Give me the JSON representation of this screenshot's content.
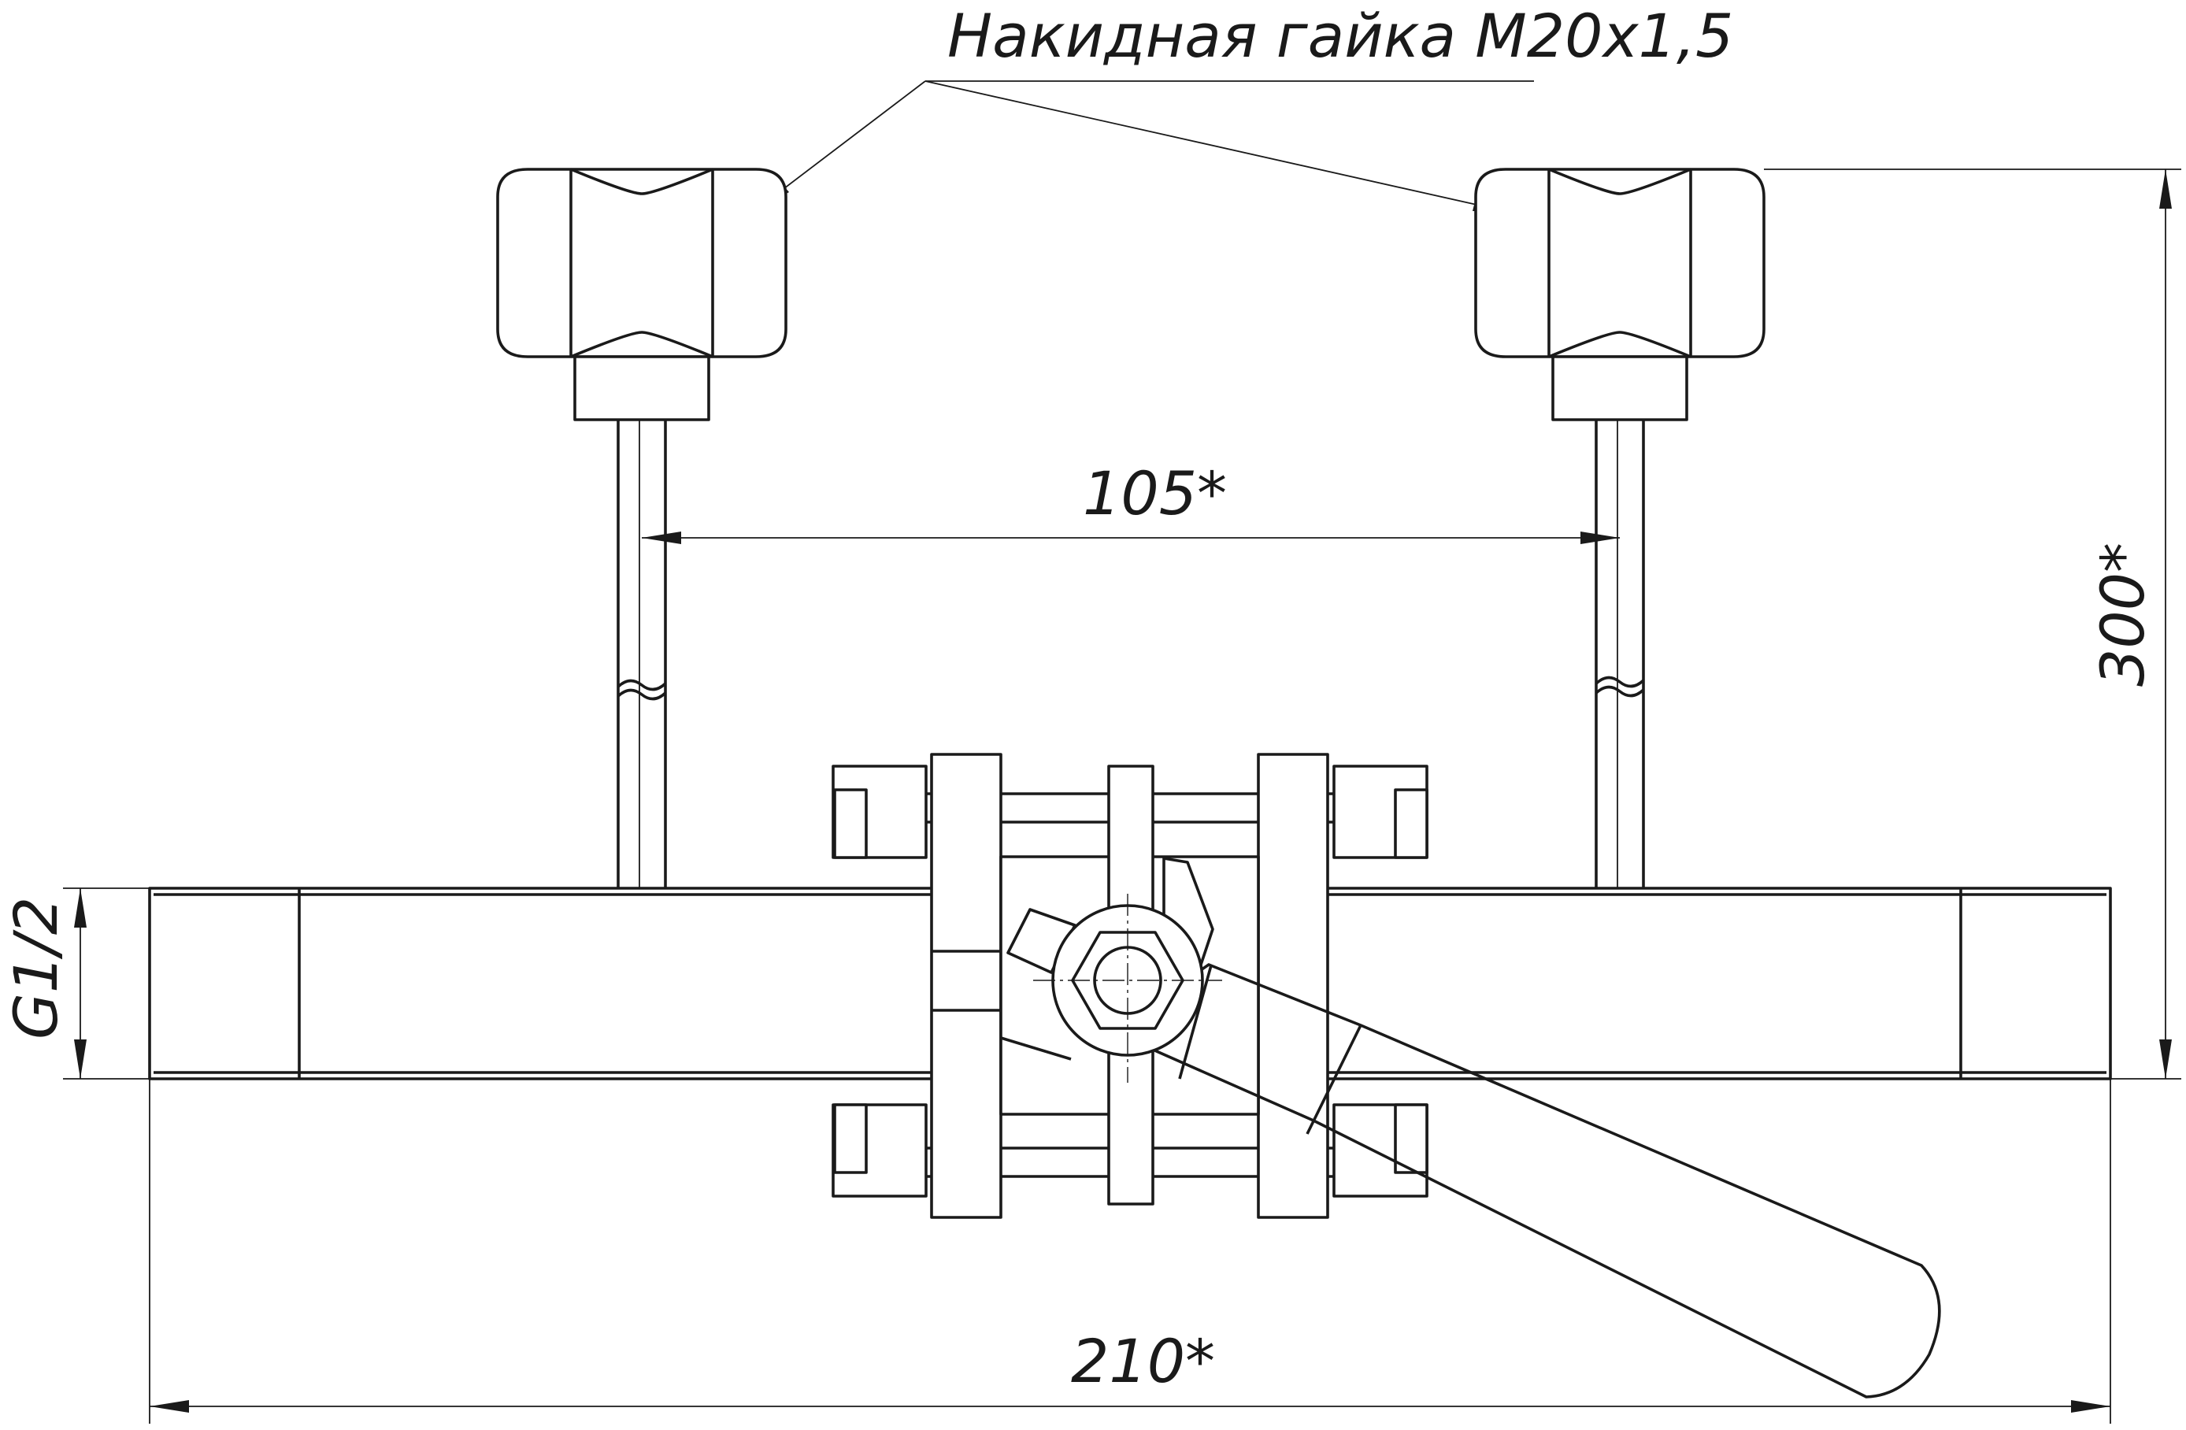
{
  "labels": {
    "nut_callout": "Накидная гайка М20x1,5",
    "dim_center_distance": "105*",
    "dim_height": "300*",
    "dim_length": "210*",
    "dim_thread": "G1/2"
  },
  "colors": {
    "line": "#1a1a1a",
    "handle_fill": "#c0c0c0",
    "background": "#ffffff"
  }
}
